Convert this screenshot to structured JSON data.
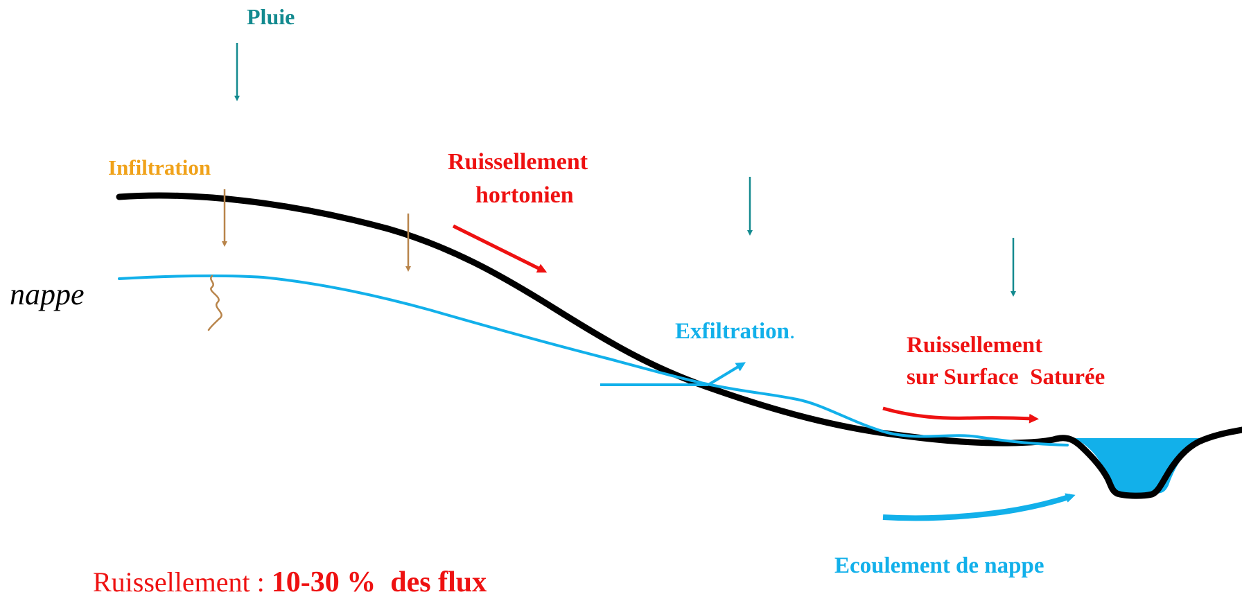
{
  "labels": {
    "pluie": "Pluie",
    "infiltration": "Infiltration",
    "ruissellement_hortonien_1": "Ruissellement",
    "ruissellement_hortonien_2": "hortonien",
    "nappe": "nappe",
    "exfiltration": "Exfiltration",
    "exfiltration_dot": ".",
    "ruissellement_sature_1": "Ruissellement",
    "ruissellement_sature_2": "sur Surface  Saturée",
    "ecoulement_nappe": "Ecoulement de nappe",
    "summary_prefix": "Ruissellement : ",
    "summary_value": "10-30 %  des flux"
  },
  "colors": {
    "rain": "#138a8f",
    "infiltration": "#b8844a",
    "runoff": "#ee1111",
    "water": "#12b0ea",
    "ground": "#000000"
  }
}
